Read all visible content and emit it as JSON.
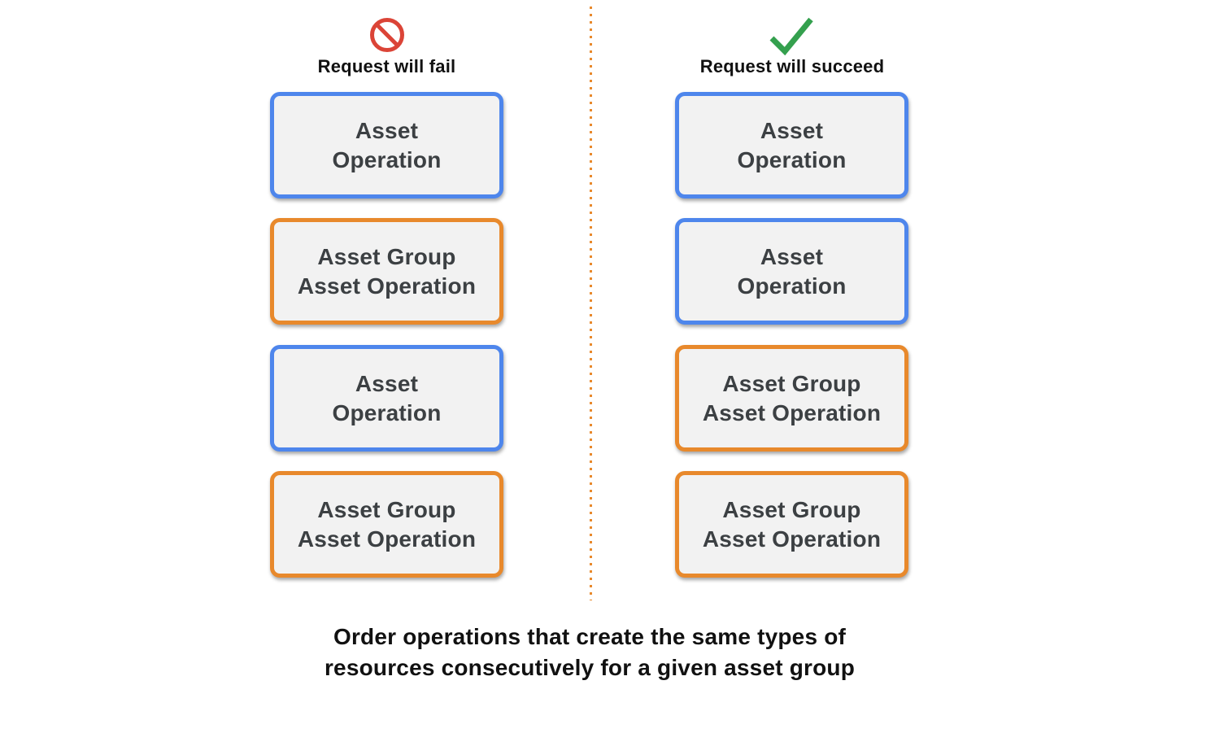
{
  "page": {
    "background": "#ffffff",
    "caption": {
      "line1": "Order operations that create the same types of",
      "line2": "resources consecutively for a given asset group"
    }
  },
  "colors": {
    "blue_border": "#4E86EC",
    "orange_border": "#E8892C",
    "box_fill": "#F2F2F2",
    "box_text": "#3C4043",
    "heading_text": "#111111",
    "fail_icon_red": "#DB4437",
    "success_icon_green": "#34A04E",
    "divider_orange": "#E8892C"
  },
  "columns": [
    {
      "id": "fail",
      "icon": "prohibited-icon",
      "title": "Request will fail",
      "boxes": [
        {
          "type": "asset-operation",
          "accent": "blue",
          "lines": [
            "Asset",
            "Operation"
          ]
        },
        {
          "type": "asset-group-asset-operation",
          "accent": "orange",
          "lines": [
            "Asset Group",
            "Asset Operation"
          ]
        },
        {
          "type": "asset-operation",
          "accent": "blue",
          "lines": [
            "Asset",
            "Operation"
          ]
        },
        {
          "type": "asset-group-asset-operation",
          "accent": "orange",
          "lines": [
            "Asset Group",
            "Asset Operation"
          ]
        }
      ]
    },
    {
      "id": "succeed",
      "icon": "check-icon",
      "title": "Request will succeed",
      "boxes": [
        {
          "type": "asset-operation",
          "accent": "blue",
          "lines": [
            "Asset",
            "Operation"
          ]
        },
        {
          "type": "asset-operation",
          "accent": "blue",
          "lines": [
            "Asset",
            "Operation"
          ]
        },
        {
          "type": "asset-group-asset-operation",
          "accent": "orange",
          "lines": [
            "Asset Group",
            "Asset Operation"
          ]
        },
        {
          "type": "asset-group-asset-operation",
          "accent": "orange",
          "lines": [
            "Asset Group",
            "Asset Operation"
          ]
        }
      ]
    }
  ]
}
